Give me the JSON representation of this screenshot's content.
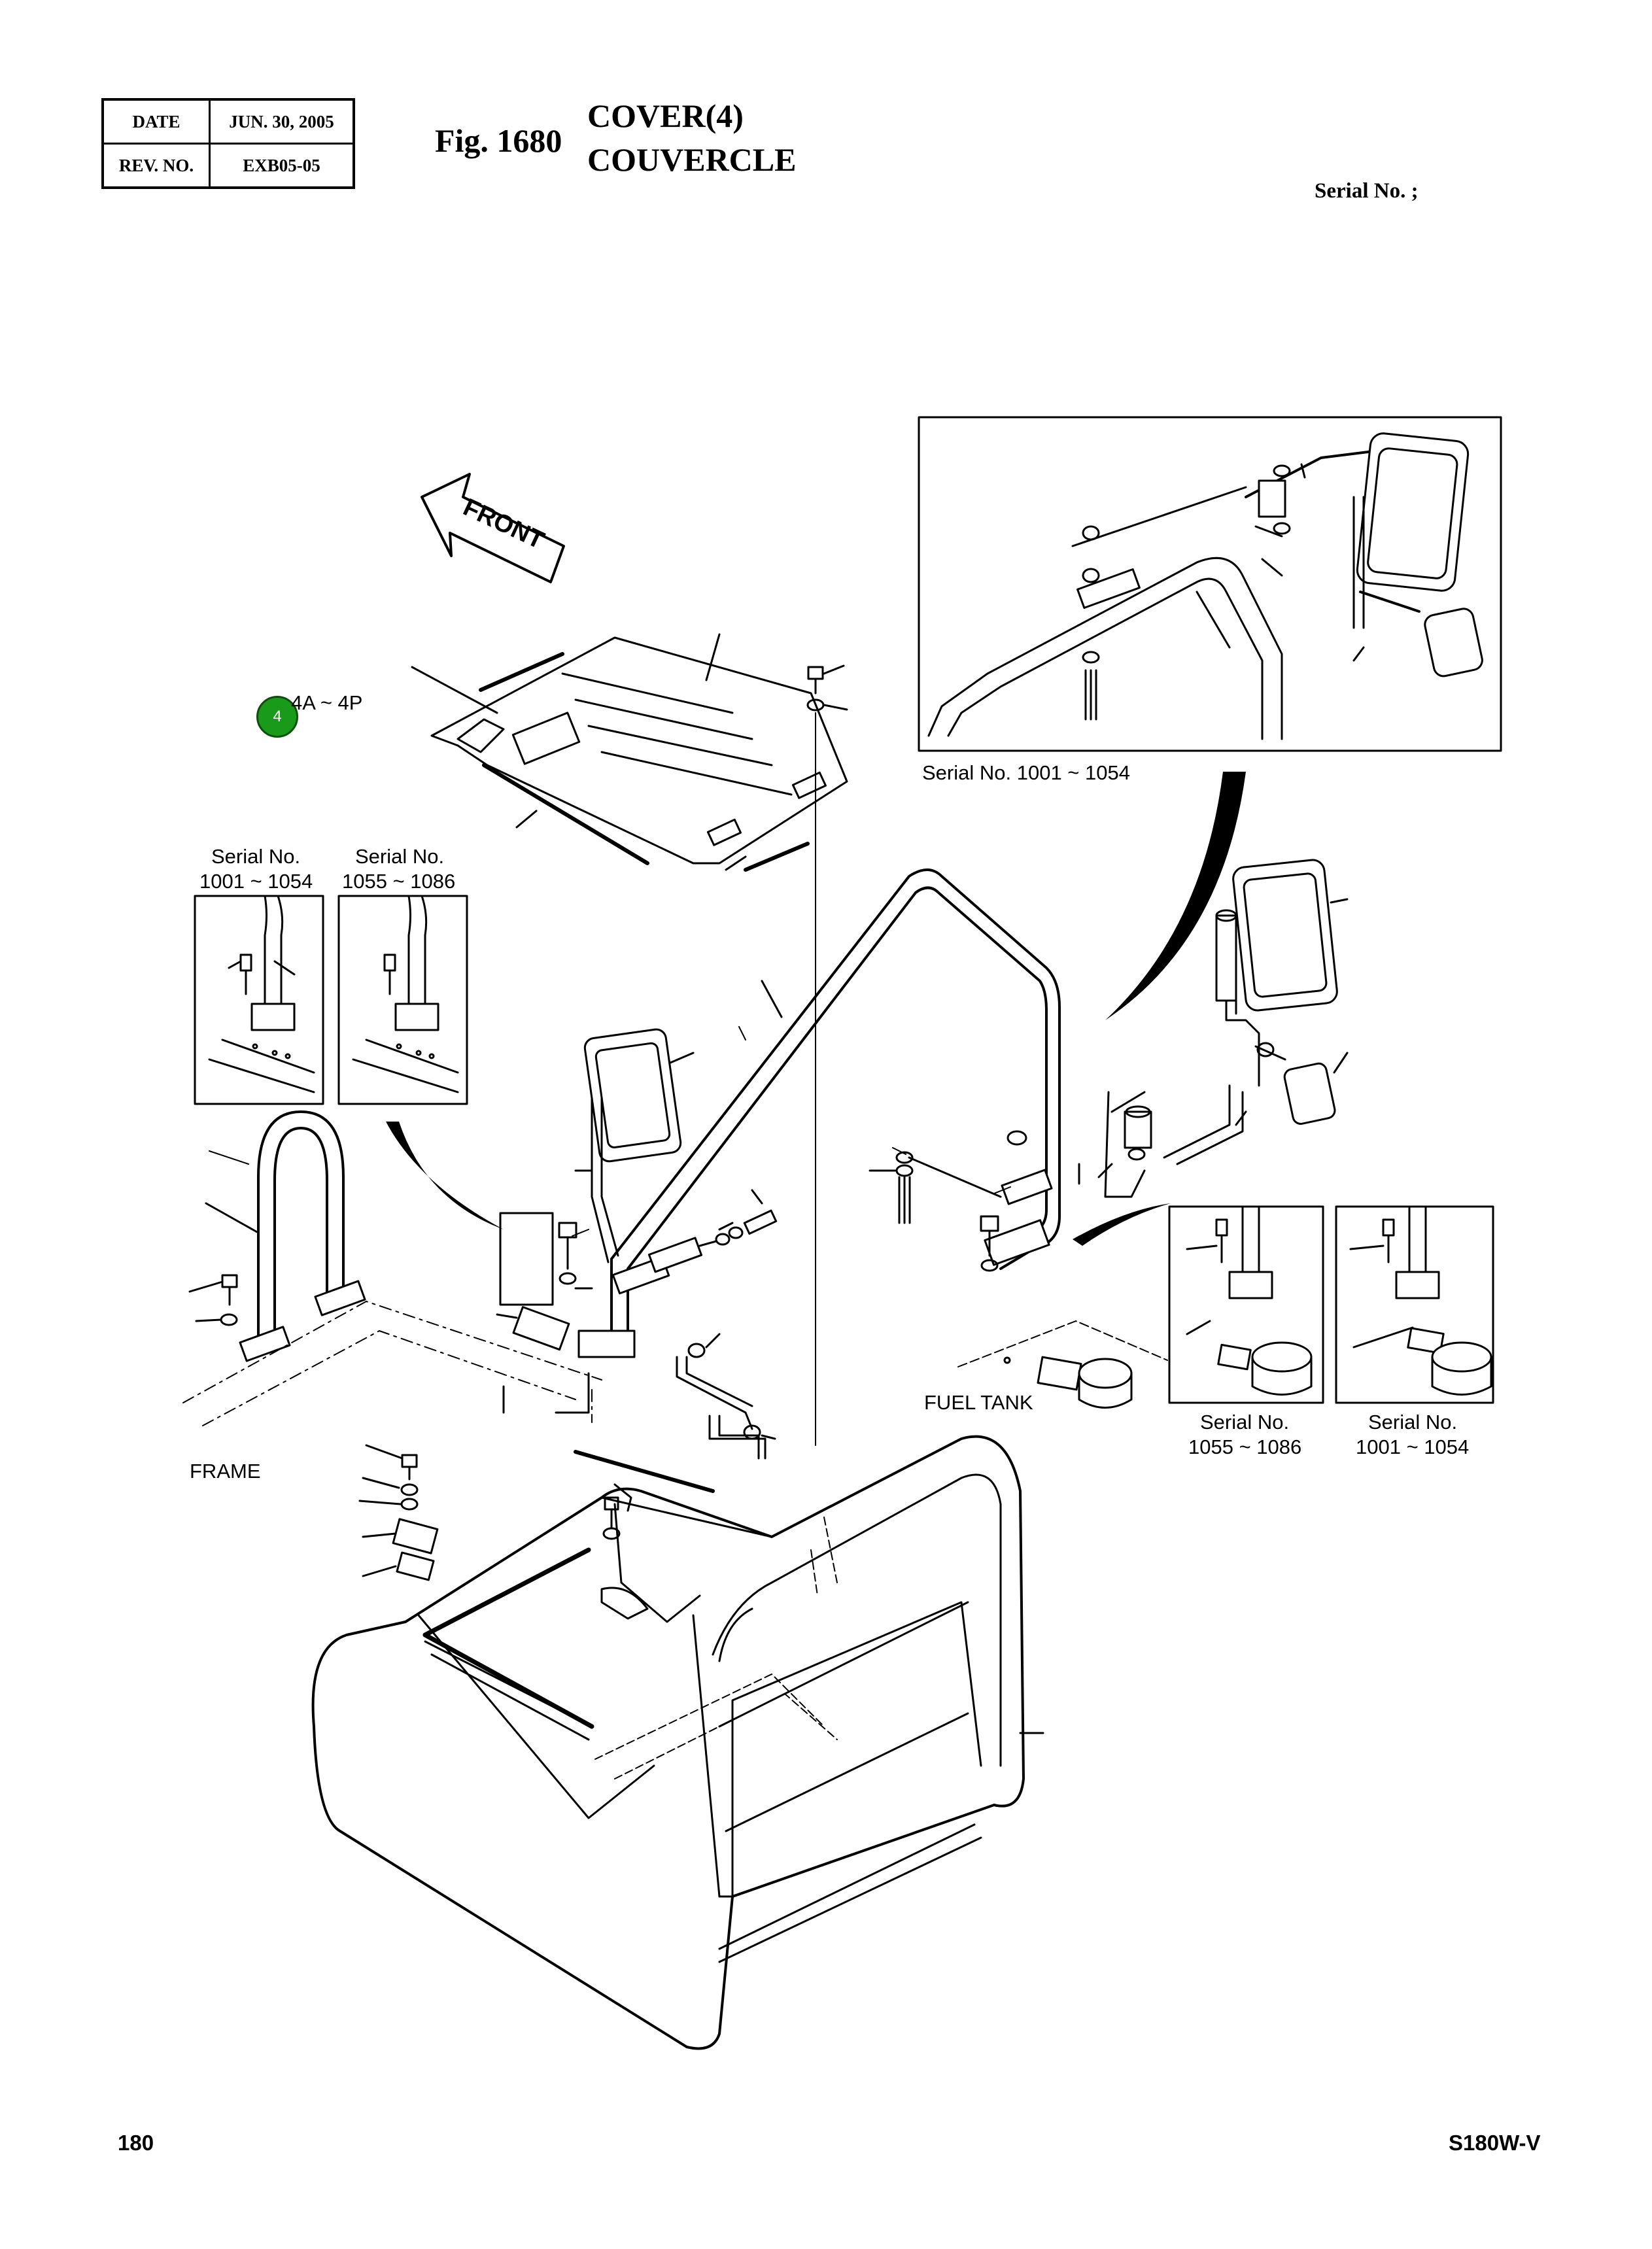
{
  "header": {
    "date_label": "DATE",
    "date_value": "JUN. 30, 2005",
    "rev_label": "REV. NO.",
    "rev_value": "EXB05-05",
    "fig_label": "Fig. 1680",
    "title_en": "COVER(4)",
    "title_fr": "COUVERCLE",
    "serial_label": "Serial No. ;"
  },
  "callout": {
    "marker_number": "4",
    "range_text": "4A ~ 4P"
  },
  "drawing_labels": {
    "front": "FRONT",
    "inset_top_serial": "Serial No. 1001 ~ 1054",
    "left_inset_1_line1": "Serial No.",
    "left_inset_1_line2": "1001 ~ 1054",
    "left_inset_2_line1": "Serial No.",
    "left_inset_2_line2": "1055 ~ 1086",
    "fuel_tank": "FUEL TANK",
    "frame": "FRAME",
    "right_inset_1_line1": "Serial No.",
    "right_inset_1_line2": "1055 ~ 1086",
    "right_inset_2_line1": "Serial No.",
    "right_inset_2_line2": "1001 ~ 1054"
  },
  "footer": {
    "page_number": "180",
    "model": "S180W-V"
  }
}
